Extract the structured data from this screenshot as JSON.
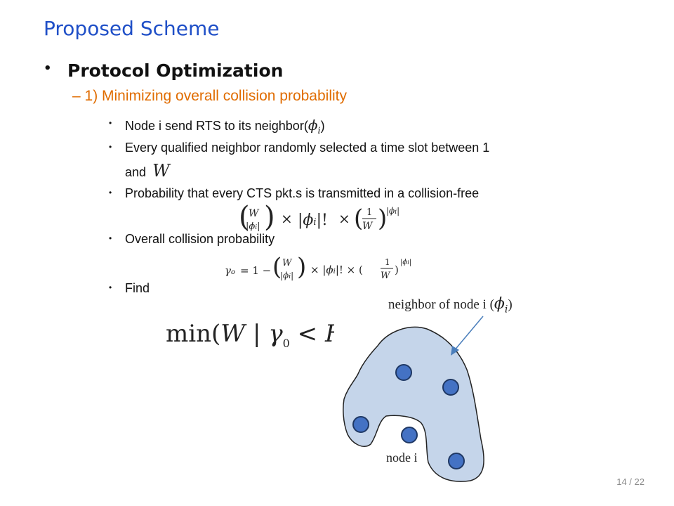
{
  "slide": {
    "title": "Proposed Scheme",
    "bullet_main": "Protocol Optimization",
    "sub_bullet": "– 1) Minimizing overall collision probability",
    "items": [
      {
        "text": "Node i send RTS to its neighbor(",
        "suffix": ")"
      },
      {
        "text": "Every qualified neighbor randomly selected a time slot between 1",
        "text2": "and"
      },
      {
        "text": "Probability that every CTS pkt.s is transmitted in a collision-free"
      },
      {
        "text": "Overall collision probability"
      },
      {
        "text": "Find"
      }
    ],
    "page_number": "14 / 22"
  },
  "diagram": {
    "neighbor_label": "neighbor of node i (",
    "neighbor_label_end": ")",
    "node_label": "node i",
    "colors": {
      "region_fill": "#c5d5ea",
      "node_fill": "#4472c4",
      "node_stroke": "#1f3864",
      "arrow": "#4a7ebb"
    }
  }
}
